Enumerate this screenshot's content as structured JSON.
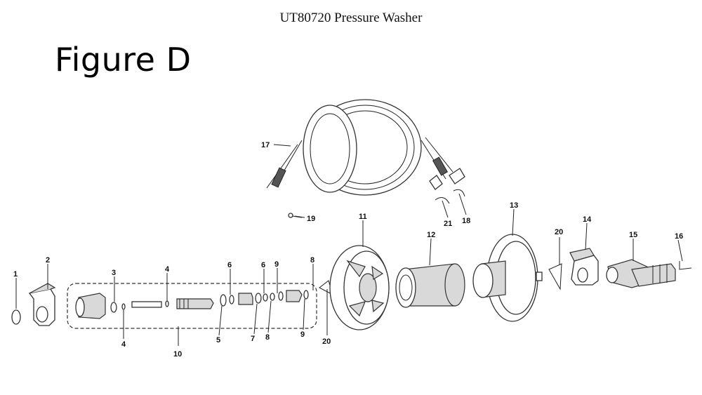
{
  "header": {
    "title": "UT80720 Pressure Washer"
  },
  "figure": {
    "label": "Figure D"
  },
  "callouts": {
    "c1": "1",
    "c2": "2",
    "c3": "3",
    "c4a": "4",
    "c4b": "4",
    "c5": "5",
    "c6a": "6",
    "c6b": "6",
    "c7": "7",
    "c8a": "8",
    "c8b": "8",
    "c9a": "9",
    "c9b": "9",
    "c10": "10",
    "c11": "11",
    "c12": "12",
    "c13": "13",
    "c14": "14",
    "c15": "15",
    "c16": "16",
    "c17": "17",
    "c18": "18",
    "c19": "19",
    "c20a": "20",
    "c20b": "20",
    "c21": "21"
  }
}
